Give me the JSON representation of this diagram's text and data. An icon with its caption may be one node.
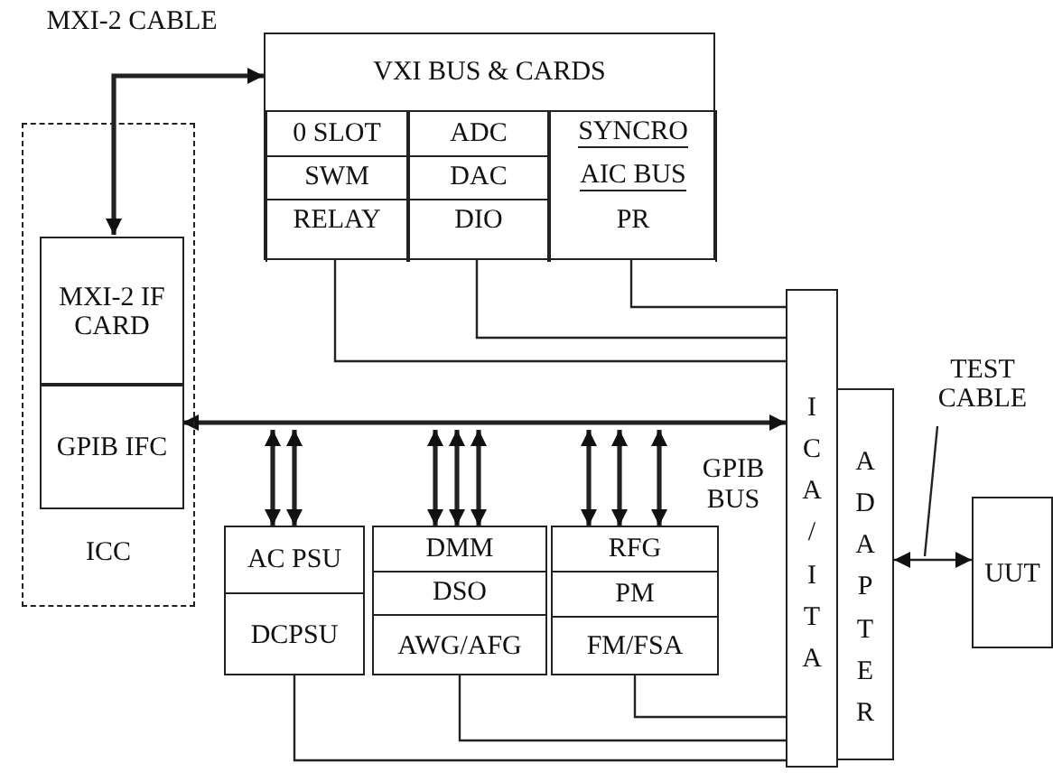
{
  "diagram": {
    "nodes": [
      {
        "text": [
          "VXI BUS & CARDS"
        ]
      },
      {
        "text": [
          "0 SLOT",
          "SWM",
          "RELAY"
        ],
        "in": 0
      },
      {
        "text": [
          "ADC",
          "DAC",
          "DIO"
        ],
        "in": 0
      },
      {
        "text": [
          "SYNCRO",
          "AIC BUS",
          "PR"
        ],
        "in": 0
      },
      {
        "text": [
          "ICC"
        ]
      },
      {
        "text": [
          "MXI-2 IF CARD"
        ],
        "in": 4
      },
      {
        "text": [
          "GPIB IFC"
        ],
        "in": 4
      },
      {
        "text": [
          "AC PSU",
          "DCPSU"
        ]
      },
      {
        "text": [
          "DMM",
          "DSO",
          "AWG/AFG"
        ]
      },
      {
        "text": [
          "RFG",
          "PM",
          "FM/FSA"
        ]
      },
      {
        "text": [
          "ICA/ITA"
        ]
      },
      {
        "text": [
          "ADAPTER"
        ]
      },
      {
        "text": [
          "UUT"
        ]
      },
      {
        "text": [
          "TEST CABLE"
        ]
      }
    ],
    "edges": [
      {
        "from": 5,
        "to": 0,
        "arrow": "both"
      },
      {
        "from": 6,
        "to": 10,
        "arrow": "both"
      },
      {
        "from": null,
        "to": 7,
        "arrow": "both"
      },
      {
        "from": null,
        "to": 7,
        "arrow": "both"
      },
      {
        "from": null,
        "to": 8,
        "arrow": "both"
      },
      {
        "from": null,
        "to": 8,
        "arrow": "both"
      },
      {
        "from": null,
        "to": 8,
        "arrow": "both"
      },
      {
        "from": null,
        "to": 9,
        "arrow": "both"
      },
      {
        "from": null,
        "to": 9,
        "arrow": "both"
      },
      {
        "from": null,
        "to": 9,
        "arrow": "both"
      },
      {
        "from": 1,
        "to": 10,
        "arrow": "none"
      },
      {
        "from": 2,
        "to": 10,
        "arrow": "none"
      },
      {
        "from": 3,
        "to": 10,
        "arrow": "none"
      },
      {
        "from": 7,
        "to": 10,
        "arrow": "none"
      },
      {
        "from": 8,
        "to": 10,
        "arrow": "none"
      },
      {
        "from": 9,
        "to": 10,
        "arrow": "none"
      },
      {
        "from": 11,
        "to": 12,
        "arrow": "both"
      },
      {
        "from": 13,
        "to": null,
        "arrow": "none"
      }
    ],
    "labels": [
      "MXI-2 CABLE",
      "GPIB BUS"
    ]
  }
}
